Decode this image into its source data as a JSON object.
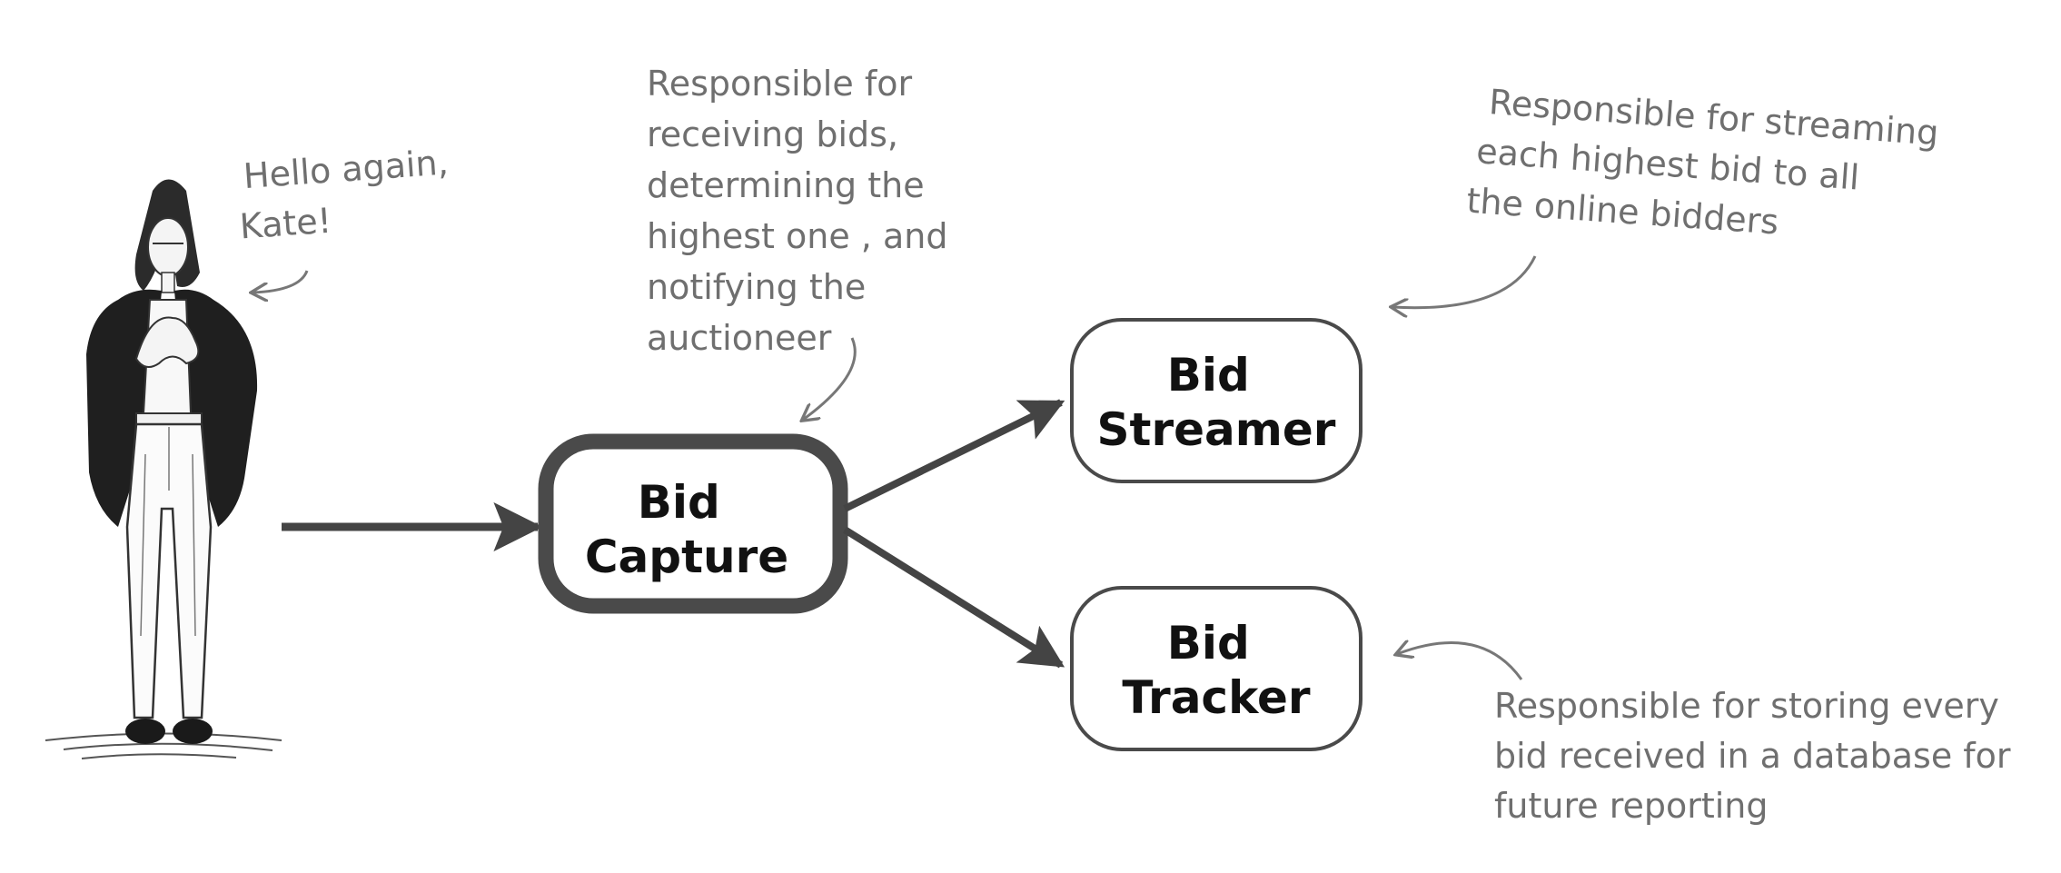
{
  "greeting": {
    "lines": [
      "Hello again,",
      "Kate!"
    ]
  },
  "nodes": {
    "capture": {
      "line1": "Bid",
      "line2": "Capture"
    },
    "streamer": {
      "line1": "Bid",
      "line2": "Streamer"
    },
    "tracker": {
      "line1": "Bid",
      "line2": "Tracker"
    }
  },
  "notes": {
    "capture": [
      "Responsible for",
      "receiving bids,",
      "determining the",
      "highest one , and",
      "notifying the",
      "auctioneer"
    ],
    "streamer": [
      "Responsible for streaming",
      "each highest bid to all",
      "the online bidders"
    ],
    "tracker": [
      "Responsible for storing every",
      "bid received in a database for",
      "future reporting"
    ]
  },
  "colors": {
    "node_stroke": "#4a4a4a",
    "arrow": "#444444",
    "note_text": "#6f6f6f",
    "label_text": "#111111"
  }
}
